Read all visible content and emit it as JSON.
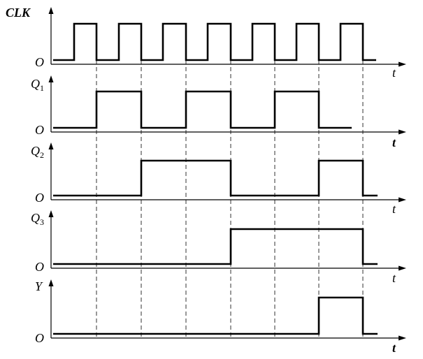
{
  "diagram": {
    "time_label": "t",
    "origin_label": "O",
    "signals": [
      {
        "id": "clk",
        "label": "CLK",
        "sub": "",
        "levels": [
          0,
          1,
          0,
          1,
          0,
          1,
          0,
          1,
          0,
          1,
          0,
          1,
          0,
          1,
          0
        ]
      },
      {
        "id": "q1",
        "label": "Q",
        "sub": "1",
        "levels": [
          0,
          1,
          0,
          1,
          0,
          1,
          0
        ]
      },
      {
        "id": "q2",
        "label": "Q",
        "sub": "2",
        "levels": [
          0,
          1,
          0,
          1,
          0
        ]
      },
      {
        "id": "q3",
        "label": "Q",
        "sub": "3",
        "levels": [
          0,
          1,
          0
        ]
      },
      {
        "id": "y",
        "label": "Y",
        "sub": "",
        "levels": [
          0,
          1,
          0
        ]
      }
    ]
  }
}
